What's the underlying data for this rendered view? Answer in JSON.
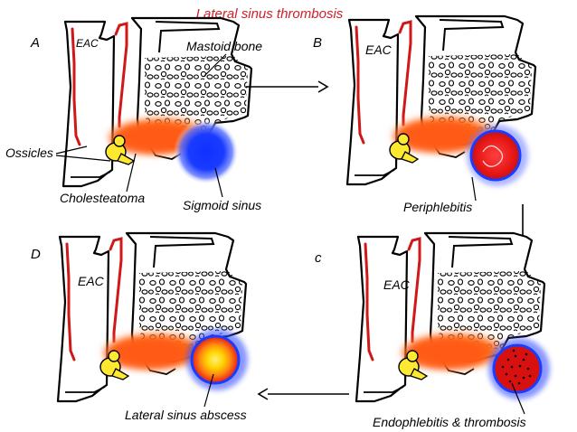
{
  "title": "Lateral sinus thrombosis",
  "colors": {
    "title": "#d0202a",
    "bone_outline": "#000000",
    "canal_red": "#d01818",
    "cholesteatoma": "#ff5a12",
    "ossicles": "#ffe830",
    "sinus_blue": "#1a3cff",
    "inflamed_red": "#e81818",
    "abscess_yellow": "#ffe000"
  },
  "panels": [
    {
      "letter": "A",
      "ear_canal": "EAC",
      "stage": "normal sigmoid sinus"
    },
    {
      "letter": "B",
      "ear_canal": "EAC",
      "stage": "periphlebitis"
    },
    {
      "letter": "c",
      "ear_canal": "EAC",
      "stage": "endophlebitis and thrombosis"
    },
    {
      "letter": "D",
      "ear_canal": "EAC",
      "stage": "lateral sinus abscess"
    }
  ],
  "labels": {
    "mastoid_bone": "Mastoid bone",
    "ossicles": "Ossicles",
    "cholesteatoma": "Cholesteatoma",
    "sigmoid_sinus": "Sigmoid sinus",
    "periphlebitis": "Periphlebitis",
    "endophlebitis": "Endophlebitis & thrombosis",
    "abscess": "Lateral sinus abscess"
  },
  "icons": [
    "arrow-right-icon",
    "arrow-down-icon",
    "arrow-left-icon"
  ]
}
